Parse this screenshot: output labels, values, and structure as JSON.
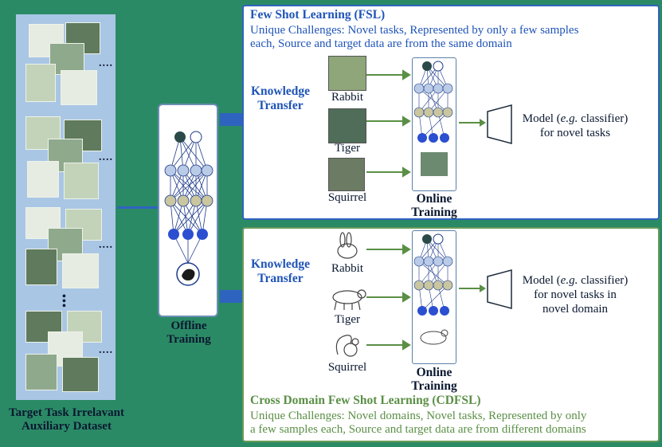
{
  "dataset": {
    "caption_line1": "Target Task Irrelavant",
    "caption_line2": "Auxiliary Dataset",
    "ellipsis": "....",
    "vertical_ellipsis": "⋮"
  },
  "offline": {
    "caption_line1": "Offline",
    "caption_line2": "Training"
  },
  "fsl": {
    "title": "Few Shot Learning (FSL)",
    "challenges_line1": "Unique Challenges: Novel tasks, Represented by only a few samples",
    "challenges_line2": "each, Source and target data are from the same domain",
    "knowledge_line1": "Knowledge",
    "knowledge_line2": "Transfer",
    "samples": [
      "Rabbit",
      "Tiger",
      "Squirrel"
    ],
    "online_line1": "Online",
    "online_line2": "Training",
    "model_line1_pre": "Model (",
    "model_line1_em": "e.g.",
    "model_line1_post": " classifier)",
    "model_line2": "for novel tasks"
  },
  "cdfsl": {
    "title": "Cross Domain Few Shot Learning (CDFSL)",
    "challenges_line1": "Unique Challenges: Novel domains, Novel tasks, Represented by only",
    "challenges_line2": "a few samples each, Source and target data are from different domains",
    "knowledge_line1": "Knowledge",
    "knowledge_line2": "Transfer",
    "samples": [
      "Rabbit",
      "Tiger",
      "Squirrel"
    ],
    "online_line1": "Online",
    "online_line2": "Training",
    "model_line1_pre": "Model (",
    "model_line1_em": "e.g.",
    "model_line1_post": " classifier)",
    "model_line2": "for novel tasks in",
    "model_line3": "novel domain"
  },
  "colors": {
    "background": "#2b8a66",
    "fsl_blue": "#1f54b8",
    "cdfsl_green": "#5a8f45",
    "arrow_blue": "#2f63c0",
    "node_navy": "#1d3a8a"
  }
}
